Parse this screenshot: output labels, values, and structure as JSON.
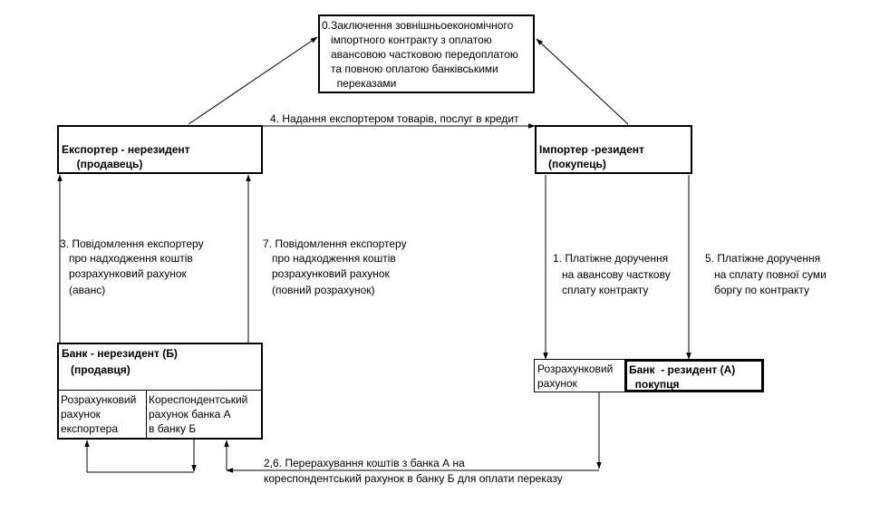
{
  "contract": {
    "lines": [
      "0.Заключення зовнішньоекономічного",
      "   імпортного контракту з оплатою",
      "   авансовою частковою передоплатою",
      "   та повною оплатою банківськими",
      "     переказами"
    ]
  },
  "exporter": {
    "lines": [
      "Експортер - нерезидент",
      "     (продавець)"
    ]
  },
  "importer": {
    "lines": [
      "Імпортер -резидент",
      "   (покупець)"
    ]
  },
  "bank_b": {
    "title_lines": [
      "Банк - нерезидент (Б)",
      "   (продавця)"
    ],
    "account_lines": [
      "Розрахунковий",
      "рахунок",
      "експортера"
    ],
    "corr_lines": [
      "Кореспондентський",
      "рахунок банка А",
      "в банку Б"
    ]
  },
  "bank_a": {
    "account_lines": [
      "Розрахунковий",
      "рахунок"
    ],
    "title_lines": [
      "Банк  - резидент (А)",
      "  покупця"
    ]
  },
  "labels": {
    "step4": "4. Надання експортером товарів, послуг в кредит",
    "step3": [
      "3. Повідомлення експортеру",
      "   про надходження коштів",
      "   розрахунковий рахунок",
      "   (аванс)"
    ],
    "step7": [
      "7. Повідомлення експортеру",
      "   про надходження коштів",
      "   розрахунковий рахунок",
      "   (повний розрахунок)"
    ],
    "step1": [
      "1. Платіжне доручення",
      "   на авансову часткову",
      "   сплату контракту"
    ],
    "step5": [
      "5. Платіжне доручення",
      "   на сплату повної суми",
      "   боргу по контракту"
    ],
    "step26": [
      "2,6. Перерахування коштів з банка А на",
      "кореспондентський рахунок в банку Б для оплати переказу"
    ]
  }
}
